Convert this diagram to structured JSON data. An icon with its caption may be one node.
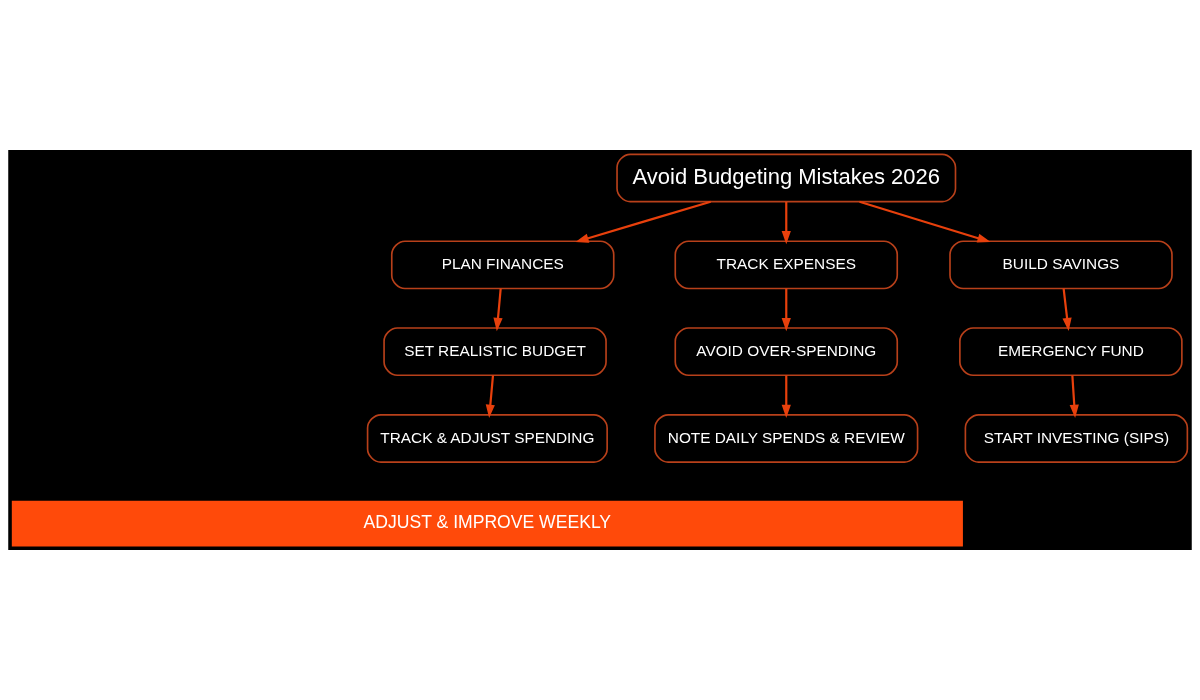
{
  "diagram": {
    "nodes": [
      {
        "text": [
          "Avoid Budgeting Mistakes 2026"
        ]
      },
      {
        "text": [
          "PLAN FINANCES"
        ]
      },
      {
        "text": [
          "TRACK EXPENSES"
        ]
      },
      {
        "text": [
          "BUILD SAVINGS"
        ]
      },
      {
        "text": [
          "SET REALISTIC BUDGET"
        ]
      },
      {
        "text": [
          "AVOID OVER-SPENDING"
        ]
      },
      {
        "text": [
          "EMERGENCY FUND"
        ]
      },
      {
        "text": [
          "TRACK & ADJUST SPENDING"
        ]
      },
      {
        "text": [
          "NOTE DAILY SPENDS & REVIEW"
        ]
      },
      {
        "text": [
          "START INVESTING (SIPS)"
        ]
      },
      {
        "text": [
          "ADJUST & IMPROVE WEEKLY"
        ]
      }
    ],
    "edges": [
      {
        "from": 0,
        "to": 1,
        "arrow": "to"
      },
      {
        "from": 0,
        "to": 2,
        "arrow": "to"
      },
      {
        "from": 0,
        "to": 3,
        "arrow": "to"
      },
      {
        "from": 1,
        "to": 4,
        "arrow": "to"
      },
      {
        "from": 4,
        "to": 7,
        "arrow": "to"
      },
      {
        "from": 2,
        "to": 5,
        "arrow": "to"
      },
      {
        "from": 5,
        "to": 8,
        "arrow": "to"
      },
      {
        "from": 3,
        "to": 6,
        "arrow": "to"
      },
      {
        "from": 6,
        "to": 9,
        "arrow": "to"
      }
    ]
  }
}
